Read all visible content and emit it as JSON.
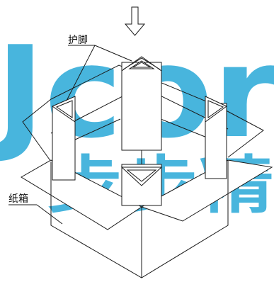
{
  "labels": {
    "corner_guard": "护脚",
    "carton": "纸箱"
  },
  "watermark": {
    "letters": "Jcor",
    "chinese": "步步精",
    "color": "#3fb2dc"
  },
  "colors": {
    "line": "#1a1a1a",
    "background": "#ffffff"
  }
}
